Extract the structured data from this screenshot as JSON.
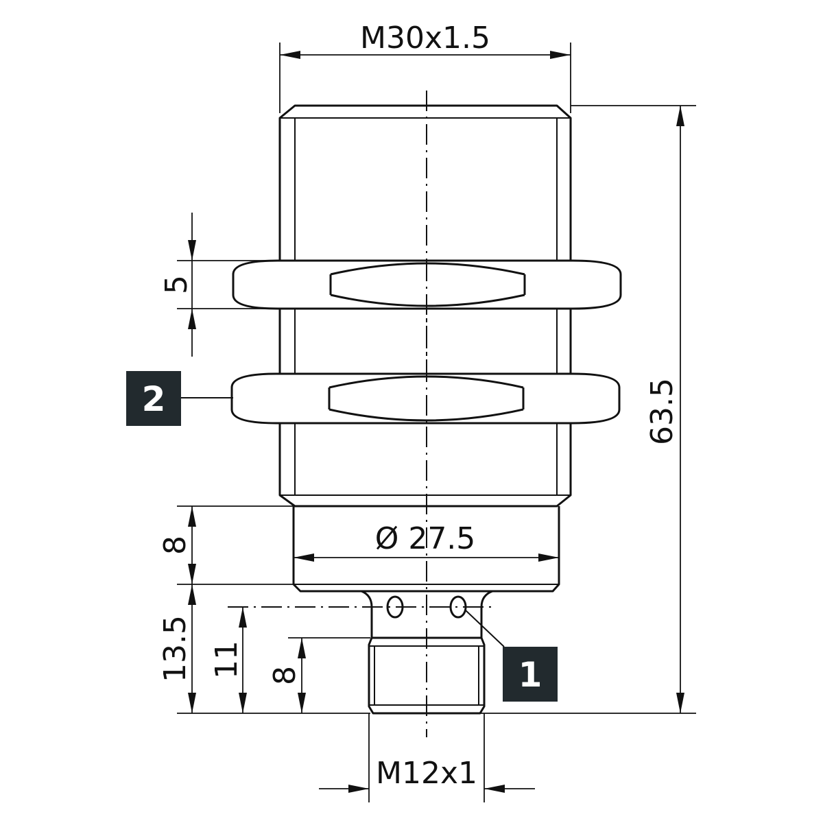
{
  "dimensions": {
    "thread_main": "M30x1.5",
    "total_length": "63.5",
    "nut_thickness": "5",
    "collar_height": "8",
    "collar_diameter": "Ø 27.5",
    "connector_length": "13.5",
    "connector_to_holes": "11",
    "connector_thread_length": "8",
    "thread_connector": "M12x1"
  },
  "callouts": {
    "item_1": "1",
    "item_2": "2"
  },
  "colors": {
    "line": "#111111",
    "badge": "#222a2e"
  }
}
